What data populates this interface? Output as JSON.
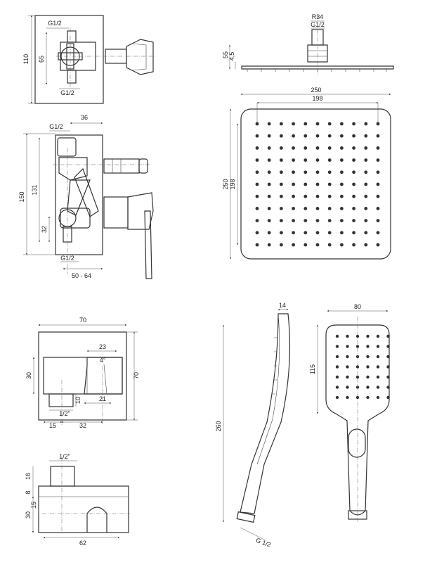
{
  "valve_top": {
    "height": "110",
    "inlet_height": "65",
    "thread_top": "G1/2",
    "thread_bottom": "G1/2"
  },
  "valve_front": {
    "height": "150",
    "inner_height": "131",
    "bottom_offset": "32",
    "depth": "36",
    "thread_top": "G1/2",
    "thread_bottom": "G1/2",
    "depth_range": "50 - 64"
  },
  "shower_head_side": {
    "radius": "R34",
    "thread": "G1/2",
    "height": "55",
    "thickness": "4,5"
  },
  "shower_head_top": {
    "width": "250",
    "inner_width": "198",
    "height": "250",
    "inner_height": "198"
  },
  "wall_outlet_front": {
    "width": "70",
    "height": "70",
    "holder_width": "23",
    "angle": "4°",
    "body_height": "30",
    "nozzle_height": "10",
    "thread": "1/2\"",
    "offset_21": "21",
    "offset_15": "15",
    "offset_32": "32"
  },
  "wall_outlet_side": {
    "thread": "1/2\"",
    "d16": "16",
    "d8": "8",
    "d15": "15",
    "d30": "30",
    "width": "62"
  },
  "hand_shower_side": {
    "thickness": "14",
    "length": "260",
    "thread": "G 1/2"
  },
  "hand_shower_front": {
    "width": "80",
    "head_height": "115"
  }
}
